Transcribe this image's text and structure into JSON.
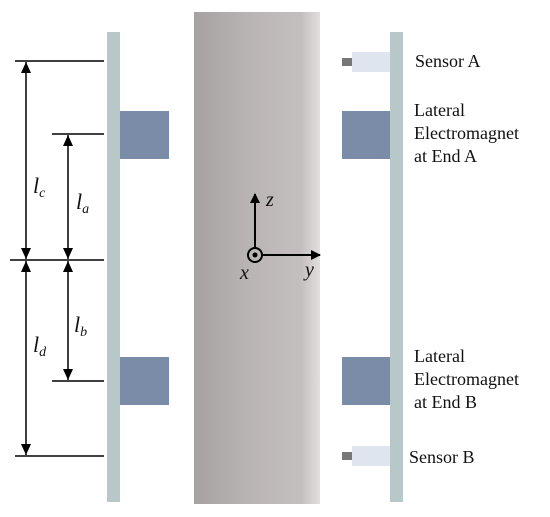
{
  "dimensions": {
    "lc": {
      "symbol": "l",
      "subscript": "c"
    },
    "la": {
      "symbol": "l",
      "subscript": "a"
    },
    "lb": {
      "symbol": "l",
      "subscript": "b"
    },
    "ld": {
      "symbol": "l",
      "subscript": "d"
    }
  },
  "axes": {
    "z": "z",
    "x": "x",
    "y": "y"
  },
  "labels": {
    "sensor_a": "Sensor A",
    "sensor_b": "Sensor B",
    "magnet_a": [
      "Lateral",
      "Electromagnet",
      "at End A"
    ],
    "magnet_b": [
      "Lateral",
      "Electromagnet",
      "at End B"
    ]
  },
  "colors": {
    "rail": "#b8c8c8",
    "magnet": "#7a8ca8",
    "sensor_body": "#dfe5ee",
    "sensor_tip": "#777777",
    "rotor_center": "#bcb7b7",
    "rotor_edge": "#9a9595"
  }
}
